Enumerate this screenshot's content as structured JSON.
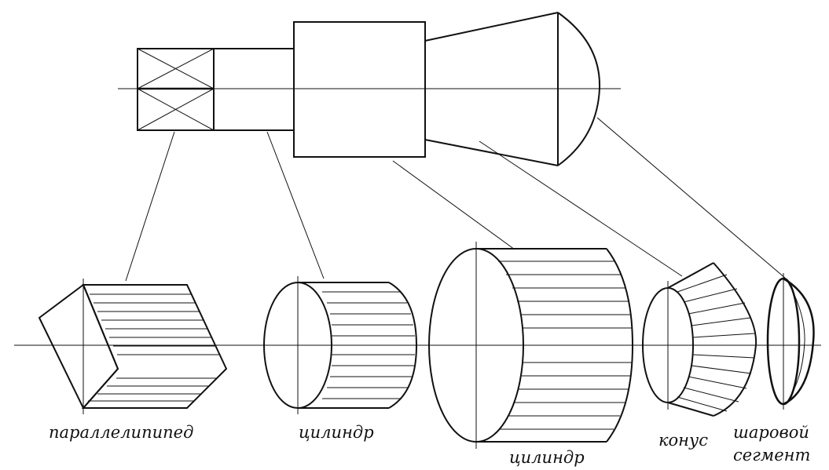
{
  "labels": {
    "parallelepiped": "параллелипипед",
    "cylinder_small": "цилиндр",
    "cylinder_large": "цилиндр",
    "cone": "конус",
    "sphere_segment_line1": "шаровой",
    "sphere_segment_line2": "сегмент"
  },
  "colors": {
    "ink": "#111111",
    "paper": "#ffffff"
  }
}
